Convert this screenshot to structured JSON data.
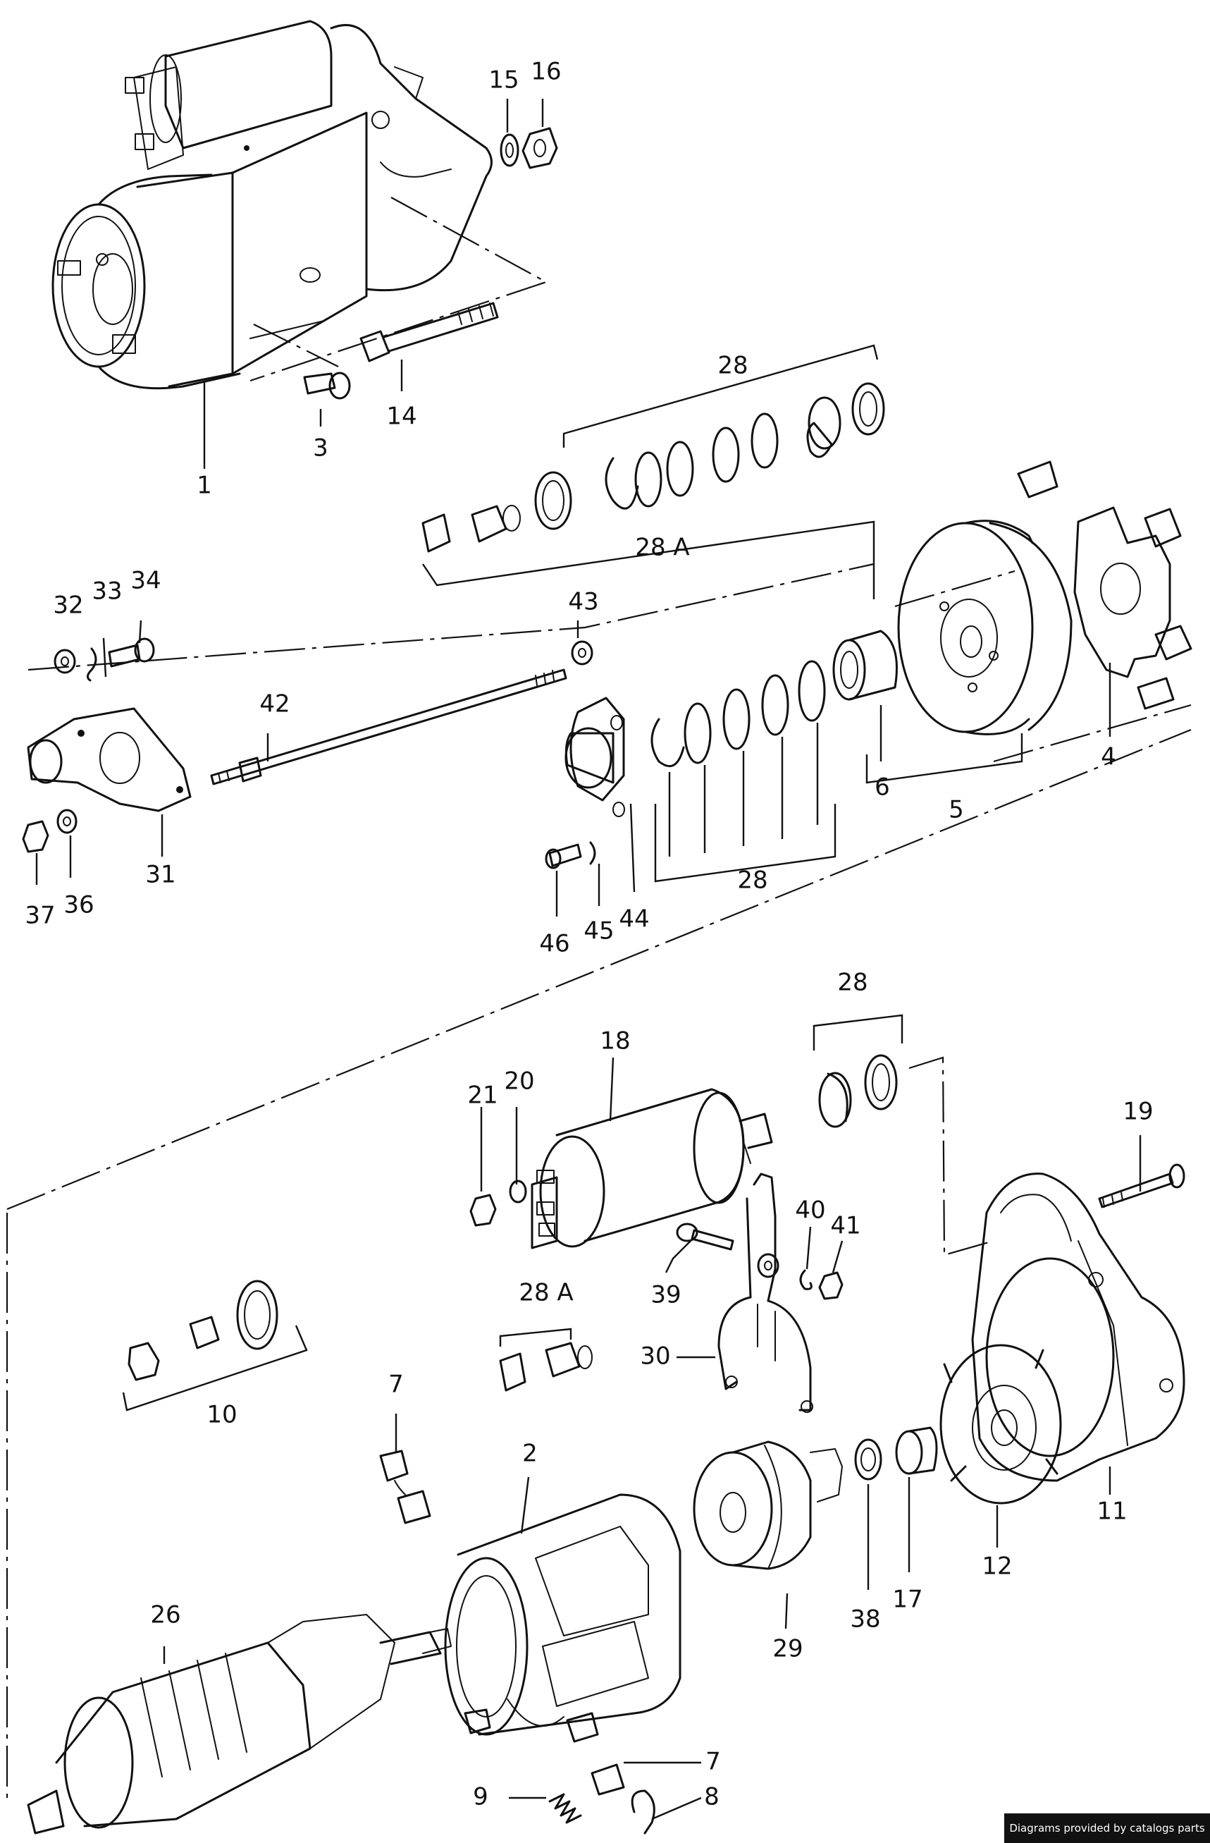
{
  "footer": {
    "credit": "Diagrams provided by catalogs parts"
  },
  "callouts": {
    "p1": "1",
    "p3": "3",
    "p14": "14",
    "p15": "15",
    "p16": "16",
    "p28_top": "28",
    "p28a_top": "28 A",
    "p32": "32",
    "p33": "33",
    "p34": "34",
    "p43": "43",
    "p42": "42",
    "p31": "31",
    "p37": "37",
    "p36": "36",
    "p46": "46",
    "p45": "45",
    "p44": "44",
    "p28_mid": "28",
    "p6": "6",
    "p5": "5",
    "p4": "4",
    "p28_sol": "28",
    "p18": "18",
    "p21": "21",
    "p20": "20",
    "p19": "19",
    "p40": "40",
    "p41": "41",
    "p39": "39",
    "p28a_low": "28 A",
    "p30": "30",
    "p10": "10",
    "p7_top": "7",
    "p2": "2",
    "p29": "29",
    "p38": "38",
    "p17": "17",
    "p12": "12",
    "p11": "11",
    "p26": "26",
    "p7_bot": "7",
    "p9": "9",
    "p8": "8"
  }
}
